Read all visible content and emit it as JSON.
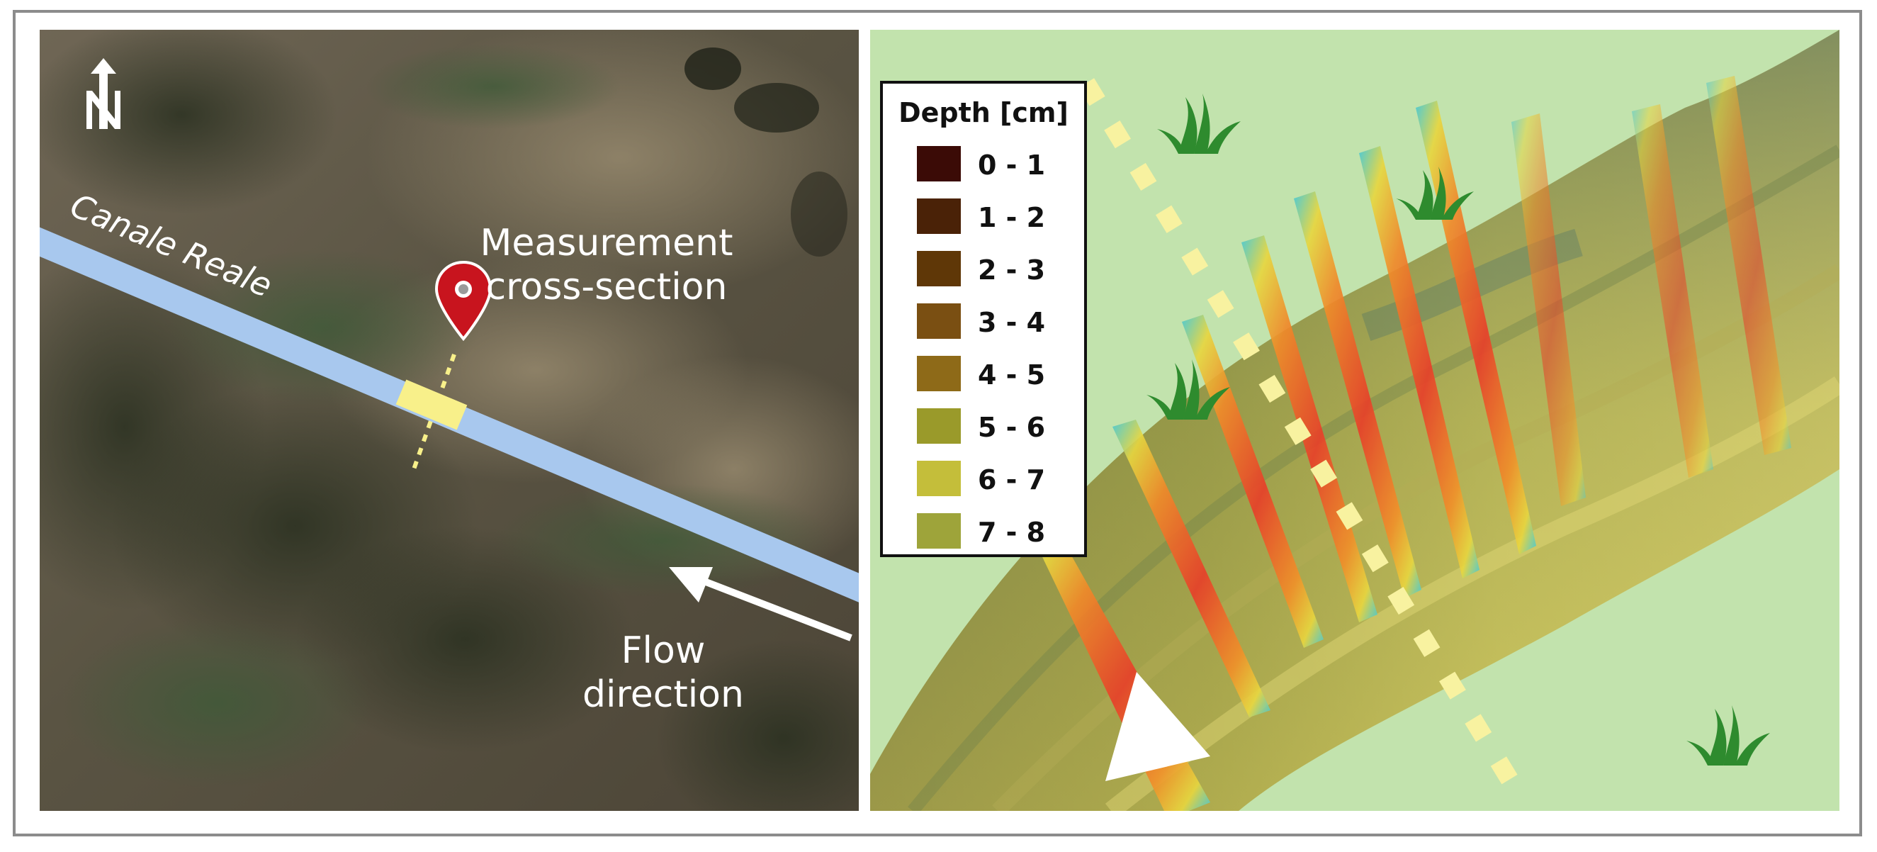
{
  "left_map": {
    "canal_label": "Canale Reale",
    "marker_label_line1": "Measurement",
    "marker_label_line2": "cross-section",
    "flow_label_line1": "Flow",
    "flow_label_line2": "direction",
    "north_symbol": "north-arrow-icon",
    "colors": {
      "canal": "#a8c8ee",
      "cross_section": "#f8f08a",
      "marker": "#c8141e"
    }
  },
  "right_map": {
    "legend": {
      "title": "Depth [cm]",
      "items": [
        {
          "label": "0 - 1",
          "color": "#3b0b06"
        },
        {
          "label": "1 - 2",
          "color": "#4a2207"
        },
        {
          "label": "2 - 3",
          "color": "#5f3707"
        },
        {
          "label": "3 - 4",
          "color": "#7a4f12"
        },
        {
          "label": "4 - 5",
          "color": "#8e6a18"
        },
        {
          "label": "5 - 6",
          "color": "#9a9a2a"
        },
        {
          "label": "6 - 7",
          "color": "#c4be3a"
        },
        {
          "label": "7 - 8",
          "color": "#9ea43a"
        }
      ]
    },
    "colors": {
      "background": "#c2e3ad",
      "grass": "#2e8b2e",
      "dashed_line": "#f8f2a0"
    },
    "icons": [
      "grass-icon",
      "flow-triangle-icon"
    ]
  }
}
